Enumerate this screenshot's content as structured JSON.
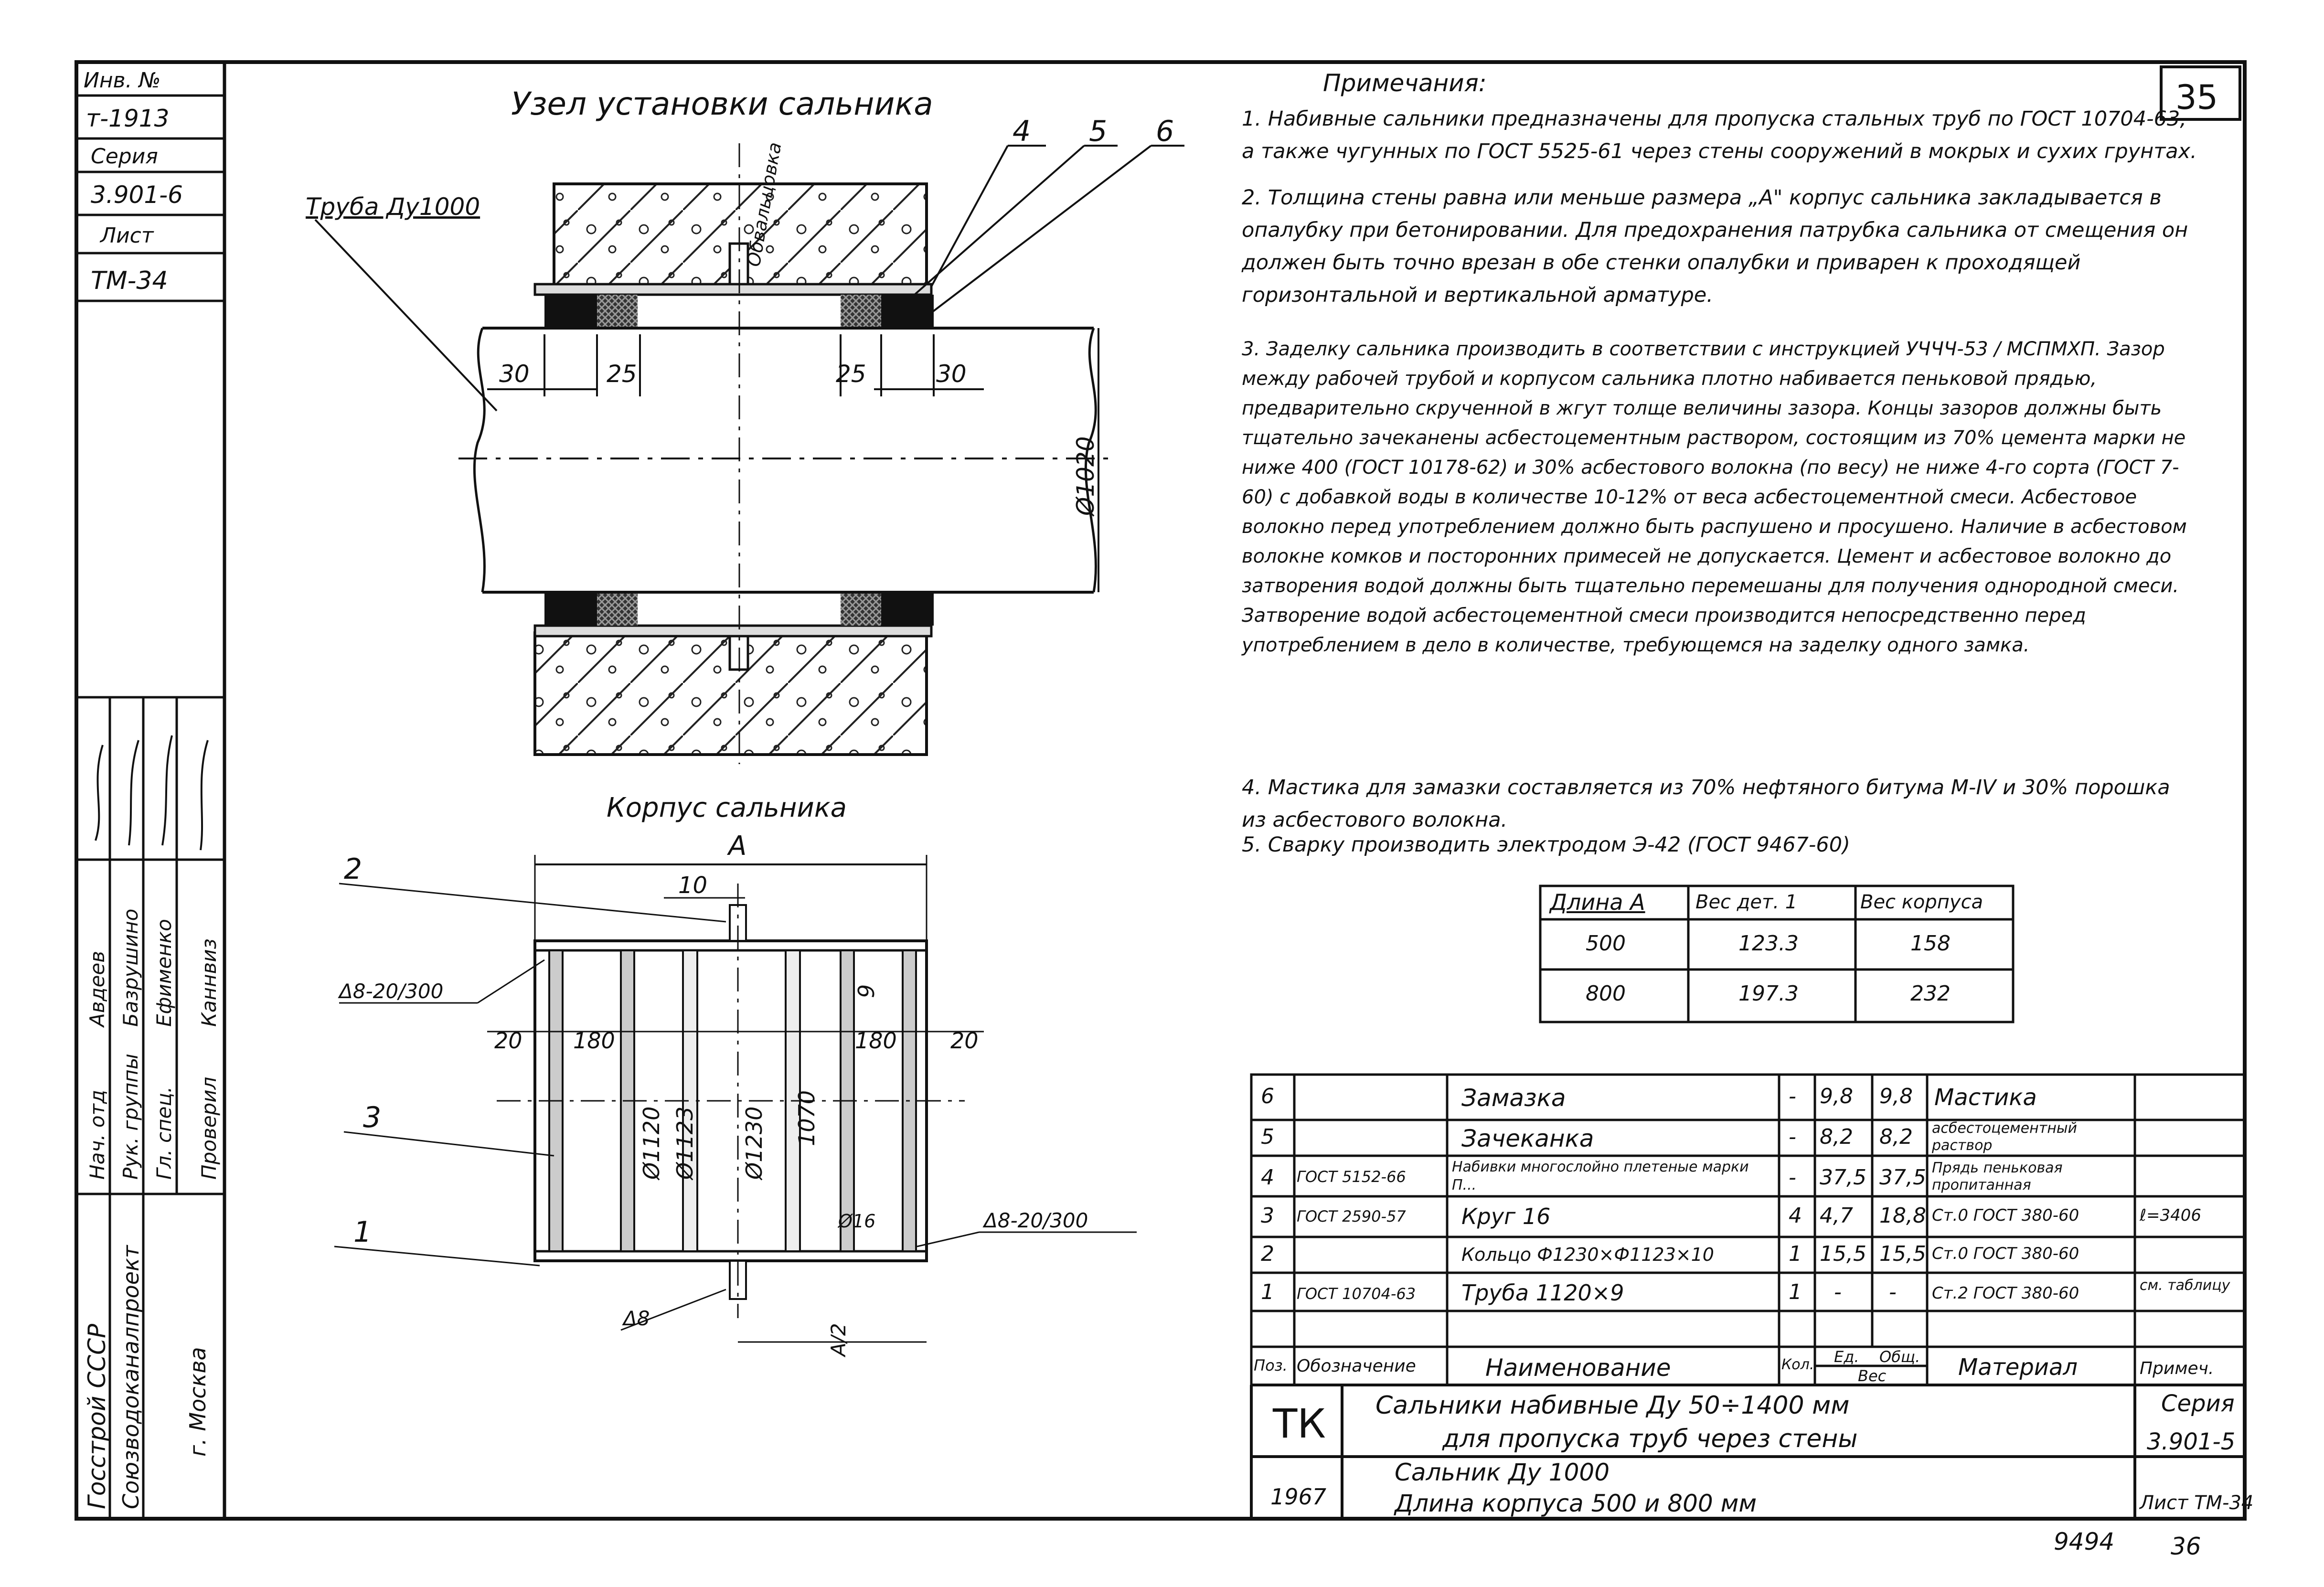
{
  "sheet_number": "35",
  "side_stamp": {
    "inv_label": "Инв. №",
    "inv_value": "т-1913",
    "series_label": "Серия",
    "series_value": "3.901-6",
    "sheet_label": "Лист",
    "sheet_value": "ТМ-34",
    "org_1": "Госстрой СССР",
    "org_2": "Союзводоканалпроект",
    "city": "г. Москва",
    "roles": [
      "Нач. отд",
      "Рук. группы",
      "Гл. спец.",
      "Проверил"
    ],
    "names": [
      "Авдеев",
      "Базрушино",
      "Ефименко",
      "Каннвиз"
    ]
  },
  "drawing1": {
    "title": "Узел установки сальника",
    "pipe_label": "Труба Ду1000",
    "check_label": "Обвальцовка",
    "callouts": [
      "4",
      "5",
      "6"
    ],
    "dims": [
      "30",
      "25",
      "25",
      "30"
    ],
    "diameter": "Ø1020"
  },
  "drawing2": {
    "title": "Корпус сальника",
    "dim_A": "А",
    "dim_10": "10",
    "dims_side": [
      "20",
      "180",
      "180",
      "20"
    ],
    "dims_vert": [
      "Ø1120",
      "Ø1123",
      "Ø1230",
      "1070",
      "9"
    ],
    "weld_1": "Δ8-20/300",
    "weld_2": "Δ8-20/300",
    "weld_3": "Δ8",
    "rod": "Ø16",
    "half": "А/2",
    "callouts": [
      "2",
      "3",
      "1"
    ]
  },
  "notes": {
    "heading": "Примечания:",
    "items": [
      "1. Набивные сальники предназначены для пропуска стальных труб по ГОСТ 10704-63, а также чугунных по ГОСТ 5525-61 через стены сооружений в мокрых и сухих грунтах.",
      "2. Толщина стены равна или меньше размера „А\" корпус сальника закладывается в опалубку при бетонировании. Для предохранения патрубка сальника от смещения он должен быть точно врезан в обе стенки опалубки и приварен к проходящей горизонтальной и вертикальной арматуре.",
      "3. Заделку сальника производить в соответствии с инструкцией УЧЧЧ-53 / МСПМХП. Зазор между рабочей трубой и корпусом сальника плотно набивается пеньковой прядью, предварительно скрученной в жгут толще величины зазора. Концы зазоров должны быть тщательно зачеканены асбестоцементным раствором, состоящим из 70% цемента марки не ниже 400 (ГОСТ 10178-62) и 30% асбестового волокна (по весу) не ниже 4-го сорта (ГОСТ 7-60) с добавкой воды в количестве 10-12% от веса асбестоцементной смеси. Асбестовое волокно перед употреблением должно быть распушено и просушено. Наличие в асбестовом волокне комков и посторонних примесей не допускается. Цемент и асбестовое волокно до затворения водой должны быть тщательно перемешаны для получения однородной смеси. Затворение водой асбестоцементной смеси производится непосредственно перед употреблением в дело в количестве, требующемся на заделку одного замка.",
      "4. Мастика для замазки составляется из 70% нефтяного битума М-IV и 30% порошка из асбестового волокна.",
      "5. Сварку производить электродом Э-42 (ГОСТ 9467-60)"
    ]
  },
  "weight_table": {
    "headers": [
      "Длина А",
      "Вес дет. 1",
      "Вес корпуса"
    ],
    "rows": [
      [
        "500",
        "123.3",
        "158"
      ],
      [
        "800",
        "197.3",
        "232"
      ]
    ]
  },
  "spec_table": {
    "headers": [
      "Поз.",
      "Обозначение",
      "Наименование",
      "Кол.",
      "Ед.",
      "Общ.",
      "Материал",
      "Примеч."
    ],
    "weight_label": "Вес",
    "rows": [
      [
        "6",
        "",
        "Замазка",
        "-",
        "9,8",
        "9,8",
        "Мастика",
        ""
      ],
      [
        "5",
        "",
        "Зачеканка",
        "-",
        "8,2",
        "8,2",
        "асбестоцементный раствор",
        ""
      ],
      [
        "4",
        "ГОСТ 5152-66",
        "Набивки многослойно плетеные марки П...",
        "-",
        "37,5",
        "37,5",
        "Прядь пеньковая пропитанная",
        ""
      ],
      [
        "3",
        "ГОСТ 2590-57",
        "Круг 16",
        "4",
        "4,7",
        "18,8",
        "Ст.0 ГОСТ 380-60",
        "ℓ=3406"
      ],
      [
        "2",
        "",
        "Кольцо Ф1230×Ф1123×10",
        "1",
        "15,5",
        "15,5",
        "Ст.0 ГОСТ 380-60",
        ""
      ],
      [
        "1",
        "ГОСТ 10704-63",
        "Труба 1120×9",
        "1",
        "-",
        "-",
        "Ст.2 ГОСТ 380-60",
        "см. таблицу"
      ]
    ]
  },
  "title_block": {
    "logo": "ТК",
    "title_1": "Сальники набивные Ду 50÷1400 мм",
    "title_2": "для пропуска труб через стены",
    "subtitle_1": "Сальник Ду 1000",
    "subtitle_2": "Длина корпуса 500 и 800 мм",
    "year": "1967",
    "series_label": "Серия",
    "series_value": "3.901-5",
    "sheet": "Лист ТМ-34"
  },
  "footer": {
    "code": "9494",
    "page": "36"
  }
}
